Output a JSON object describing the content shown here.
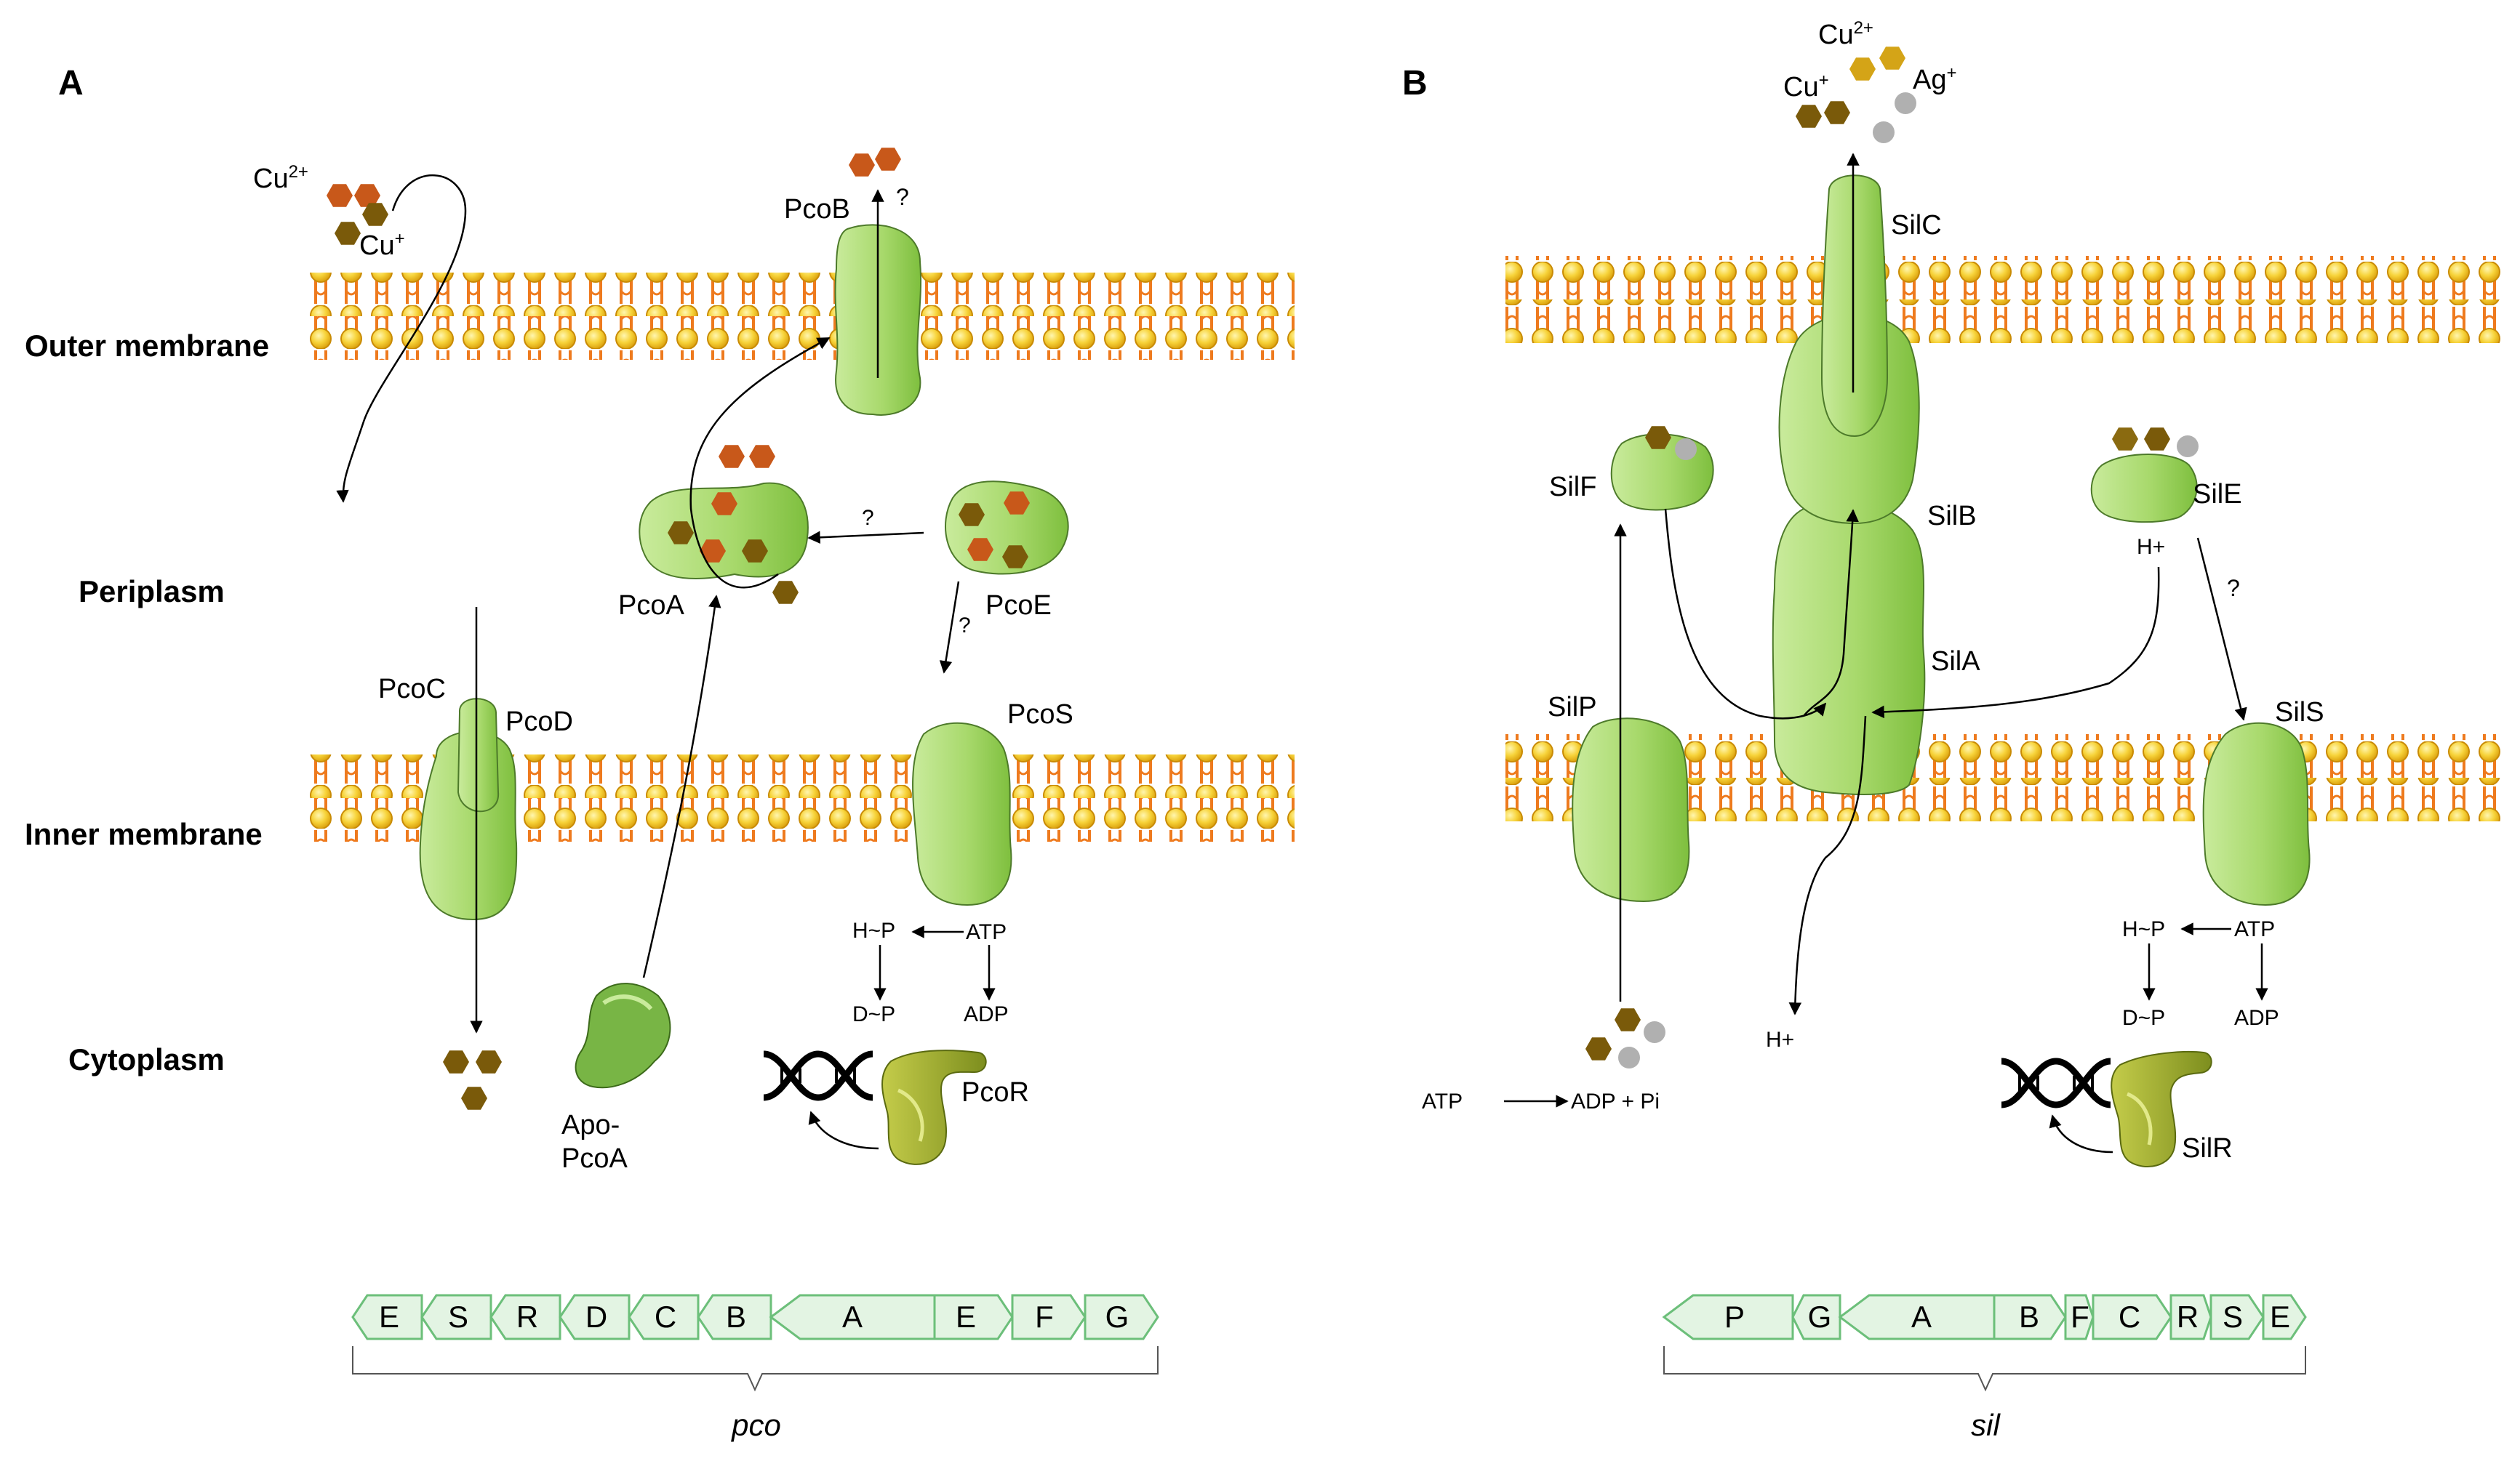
{
  "panels": {
    "a": "A",
    "b": "B"
  },
  "regions": {
    "outer_membrane": "Outer membrane",
    "periplasm": "Periplasm",
    "inner_membrane": "Inner membrane",
    "cytoplasm": "Cytoplasm"
  },
  "ions": {
    "cu2": "Cu",
    "cu2_charge": "2+",
    "cu1": "Cu",
    "cu1_charge": "+",
    "ag": "Ag",
    "ag_charge": "+"
  },
  "panel_a": {
    "proteins": {
      "pcoB": "PcoB",
      "pcoA": "PcoA",
      "pcoE": "PcoE",
      "pcoC": "PcoC",
      "pcoD": "PcoD",
      "pcoS": "PcoS",
      "pcoR": "PcoR",
      "apo_pcoA_line1": "Apo-",
      "apo_pcoA_line2": "PcoA"
    },
    "signaling": {
      "hp": "H~P",
      "atp": "ATP",
      "dp": "D~P",
      "adp": "ADP"
    },
    "question": "?",
    "genes": [
      "E",
      "S",
      "R",
      "D",
      "C",
      "B",
      "A",
      "E",
      "F",
      "G"
    ],
    "operon": "pco"
  },
  "panel_b": {
    "proteins": {
      "silC": "SilC",
      "silB": "SilB",
      "silA": "SilA",
      "silF": "SilF",
      "silE": "SilE",
      "silP": "SilP",
      "silS": "SilS",
      "silR": "SilR"
    },
    "protons": {
      "h1": "H+",
      "h2": "H+"
    },
    "atp_reaction": {
      "atp": "ATP",
      "products": "ADP + Pi"
    },
    "signaling": {
      "hp": "H~P",
      "atp": "ATP",
      "dp": "D~P",
      "adp": "ADP"
    },
    "question": "?",
    "genes": [
      "P",
      "G",
      "A",
      "B",
      "F",
      "C",
      "R",
      "S",
      "E"
    ],
    "operon": "sil"
  },
  "colors": {
    "lipid_head": "#f3c21b",
    "lipid_tail": "#f07f22",
    "protein": "#a6d96a",
    "protein_dark": "#7fbf3f",
    "cu2": "#c8581a",
    "cu1": "#7a5a0a",
    "ag": "#b0b0b0",
    "gene_fill": "#e3f4e3",
    "gene_stroke": "#6cbf7a"
  }
}
